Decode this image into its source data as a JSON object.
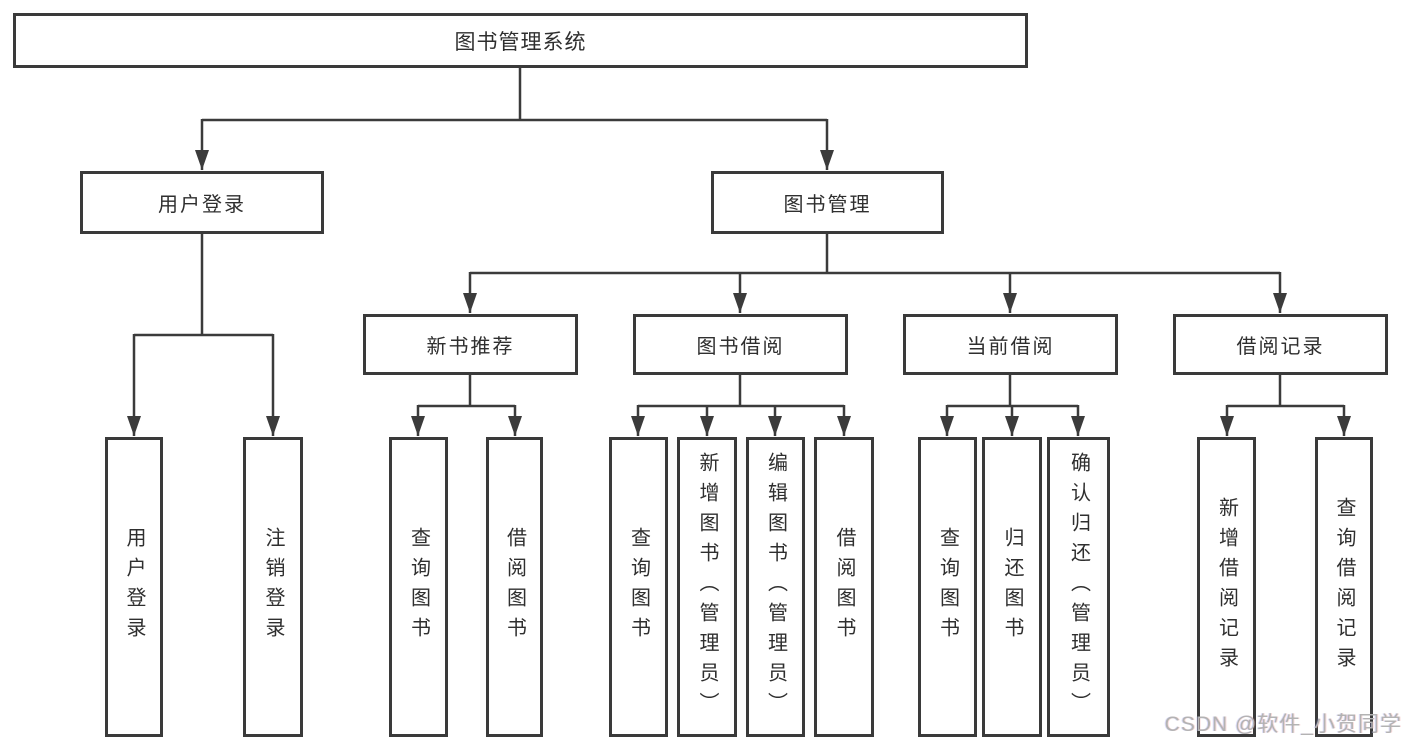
{
  "diagram": {
    "root": "图书管理系统",
    "level1": {
      "user_login": "用户登录",
      "book_mgmt": "图书管理"
    },
    "level2": {
      "new_books": "新书推荐",
      "book_borrow": "图书借阅",
      "current_borrow": "当前借阅",
      "borrow_records": "借阅记录"
    },
    "leaves": {
      "user_login": [
        "用户登录",
        "注销登录"
      ],
      "new_books": [
        "查询图书",
        "借阅图书"
      ],
      "book_borrow": [
        "查询图书",
        "新增图书（管理员）",
        "编辑图书（管理员）",
        "借阅图书"
      ],
      "current_borrow": [
        "查询图书",
        "归还图书",
        "确认归还（管理员）"
      ],
      "borrow_records": [
        "新增借阅记录",
        "查询借阅记录"
      ]
    }
  },
  "watermark": "CSDN @软件_小贺同学",
  "colors": {
    "line": "#3b3b3b",
    "box_border": "#3a3a3a",
    "text": "#2f2f2f",
    "watermark": "#b3b3b3",
    "background": "#ffffff"
  }
}
